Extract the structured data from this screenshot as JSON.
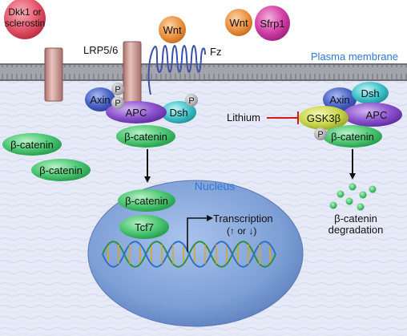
{
  "membrane": {
    "label": "Plasma membrane"
  },
  "extracellular": {
    "dkk1": "Dkk1 or sclerostin",
    "dkk1_line1": "Dkk1 or",
    "dkk1_line2": "sclerostin",
    "wnt_bound": "Wnt",
    "wnt_free": "Wnt",
    "sfrp1": "Sfrp1"
  },
  "receptors": {
    "lrp": "LRP5/6",
    "fz": "Fz"
  },
  "complex_left": {
    "axin": "Axin",
    "p1": "P",
    "p2": "P",
    "apc": "APC",
    "dsh": "Dsh",
    "p3": "P",
    "bcat": "β-catenin"
  },
  "cytoplasm": {
    "bcat1": "β-catenin",
    "bcat2": "β-catenin"
  },
  "nucleus": {
    "label": "Nucleus",
    "bcat": "β-catenin",
    "tcf7": "Tcf7",
    "transcription": "Transcription",
    "transcription_mod": "(↑ or ↓)"
  },
  "complex_right": {
    "lithium": "Lithium",
    "axin": "Axin",
    "dsh": "Dsh",
    "gsk3b": "GSK3β",
    "apc": "APC",
    "p": "P",
    "bcat": "β-catenin"
  },
  "degradation": {
    "line1": "β-catenin",
    "line2": "degradation"
  },
  "colors": {
    "membrane": "#8e8e96",
    "cytoplasm": "#e4e8f6",
    "nucleus": "#7d9fd6",
    "bcatenin": "#44c46a",
    "axin": "#4a63c6",
    "apc": "#8a50cc",
    "dsh": "#3ec2c8",
    "gsk3b": "#c9d64a",
    "wnt": "#ec9440",
    "sfrp1": "#d23fa6",
    "dkk1": "#e5566a",
    "lithium_line": "#d21a1a"
  }
}
